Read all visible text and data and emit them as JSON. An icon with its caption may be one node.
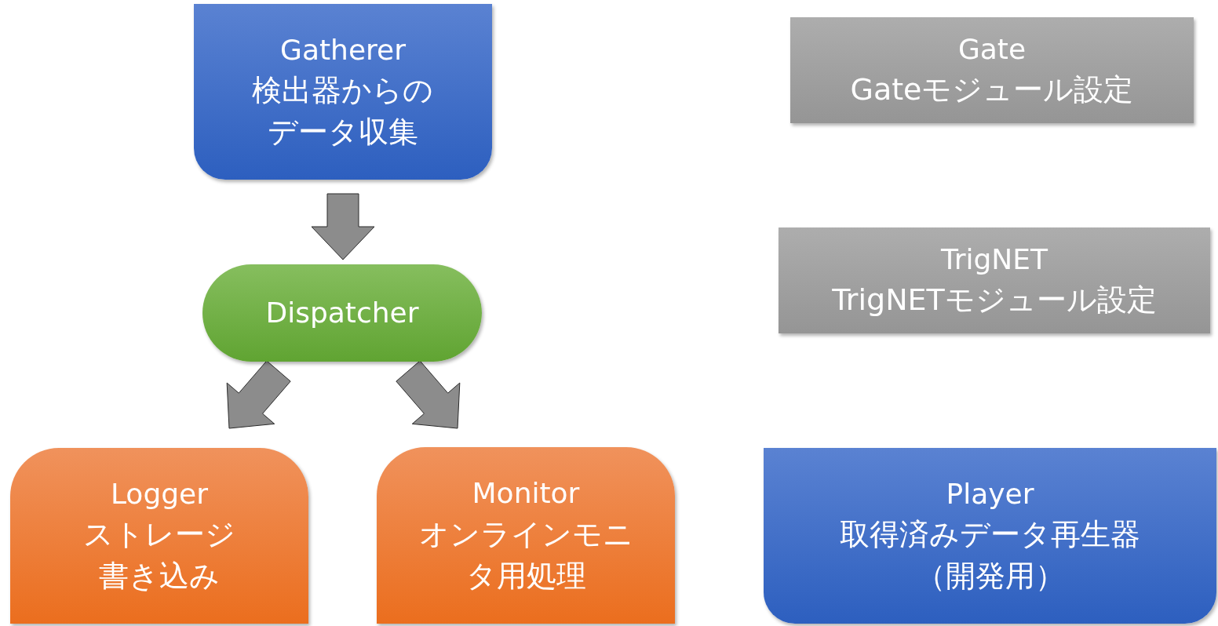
{
  "diagram": {
    "nodes": [
      {
        "text": [
          "Gatherer",
          "検出器からのデータ収集"
        ]
      },
      {
        "text": [
          "Dispatcher"
        ]
      },
      {
        "text": [
          "Logger",
          "ストレージ書き込み"
        ]
      },
      {
        "text": [
          "Monitor",
          "オンラインモニタ用処理"
        ]
      },
      {
        "text": [
          "Gate",
          "Gateモジュール設定"
        ]
      },
      {
        "text": [
          "TrigNET",
          "TrigNETモジュール設定"
        ]
      },
      {
        "text": [
          "Player",
          "取得済みデータ再生器（開発用）"
        ]
      }
    ],
    "edges": [
      {
        "from": 0,
        "to": 1,
        "arrow": "to"
      },
      {
        "from": 1,
        "to": 2,
        "arrow": "to"
      },
      {
        "from": 1,
        "to": 3,
        "arrow": "to"
      }
    ]
  }
}
